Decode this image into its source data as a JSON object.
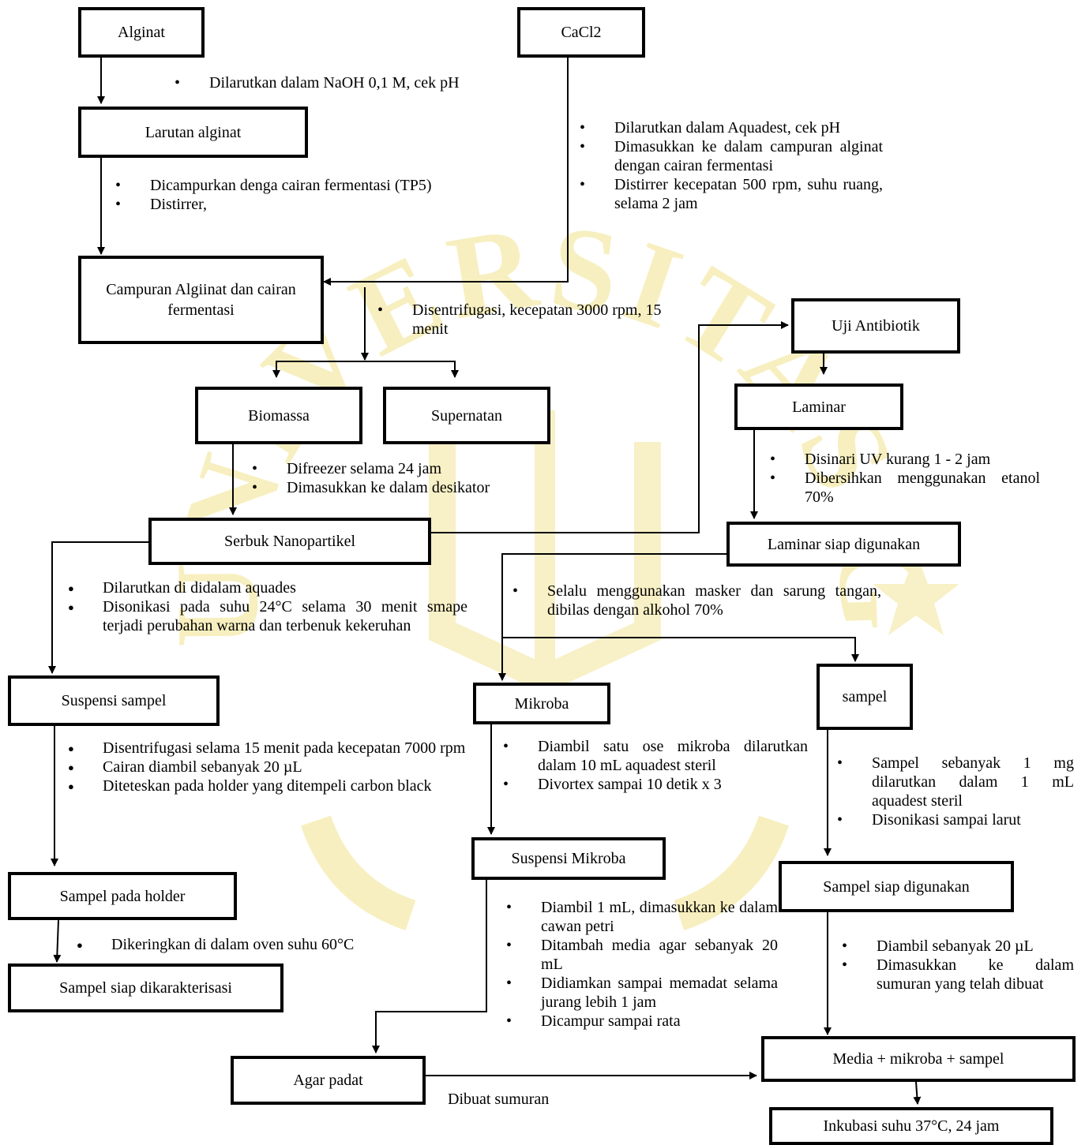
{
  "boxes": {
    "alginat": "Alginat",
    "cacl2": "CaCl2",
    "larutan_alginat": "Larutan alginat",
    "campuran": "Campuran Algiinat dan cairan fermentasi",
    "biomassa": "Biomassa",
    "supernatan": "Supernatan",
    "uji_antibiotik": "Uji Antibiotik",
    "laminar": "Laminar",
    "serbuk": "Serbuk Nanopartikel",
    "laminar_siap": "Laminar siap digunakan",
    "suspensi_sampel": "Suspensi sampel",
    "mikroba": "Mikroba",
    "sampel": "sampel",
    "sampel_holder": "Sampel pada holder",
    "suspensi_mikroba": "Suspensi Mikroba",
    "sampel_siap": "Sampel siap digunakan",
    "sampel_karakterisasi": "Sampel siap dikarakterisasi",
    "agar_padat": "Agar padat",
    "media_mix": "Media + mikroba + sampel",
    "inkubasi": "Inkubasi suhu 37°C, 24 jam"
  },
  "notes": {
    "alginat_step": [
      "Dilarutkan dalam NaOH 0,1 M, cek pH"
    ],
    "cacl2_step": [
      "Dilarutkan dalam Aquadest, cek pH",
      "Dimasukkan ke dalam campuran alginat dengan cairan fermentasi",
      "Distirrer kecepatan 500 rpm, suhu ruang, selama 2 jam"
    ],
    "larutan_step": [
      "Dicampurkan denga cairan fermentasi (TP5)",
      "Distirrer,"
    ],
    "centrifuge_step": [
      "Disentrifugasi, kecepatan 3000 rpm, 15 menit"
    ],
    "biomassa_step": [
      "Difreezer selama 24 jam",
      "Dimasukkan ke dalam desikator"
    ],
    "laminar_step": [
      "Disinari UV kurang 1 - 2 jam",
      "Dibersihkan menggunakan etanol 70%"
    ],
    "serbuk_step": [
      "Dilarutkan di didalam aquades",
      "Disonikasi pada suhu 24°C selama 30 menit smape terjadi perubahan warna dan terbenuk kekeruhan"
    ],
    "laminar_siap_step": [
      "Selalu menggunakan masker dan sarung tangan, dibilas dengan alkohol 70%"
    ],
    "suspensi_sampel_step": [
      "Disentrifugasi selama 15 menit pada kecepatan 7000 rpm",
      "Cairan diambil sebanyak 20 µL",
      "Diteteskan pada holder yang ditempeli carbon black"
    ],
    "mikroba_step": [
      "Diambil satu ose mikroba dilarutkan dalam 10 mL aquadest steril",
      "Divortex sampai 10 detik x 3"
    ],
    "sampel_step": [
      "Sampel sebanyak 1 mg dilarutkan dalam 1 mL aquadest steril",
      "Disonikasi sampai larut"
    ],
    "holder_step": [
      "Dikeringkan di dalam oven suhu 60°C"
    ],
    "suspensi_mikroba_step": [
      "Diambil 1 mL, dimasukkan ke dalam cawan petri",
      "Ditambah media agar sebanyak 20 mL",
      "Didiamkan sampai memadat selama jurang lebih 1 jam",
      "Dicampur sampai rata"
    ],
    "sampel_siap_step": [
      "Diambil sebanyak 20 µL",
      "Dimasukkan ke dalam sumuran yang telah dibuat"
    ]
  },
  "labels": {
    "dibuat_sumuran": "Dibuat sumuran"
  },
  "watermark_text": "UNIVERSITAS GALUH",
  "colors": {
    "watermark": "#f5e9a6",
    "line": "#000000"
  }
}
